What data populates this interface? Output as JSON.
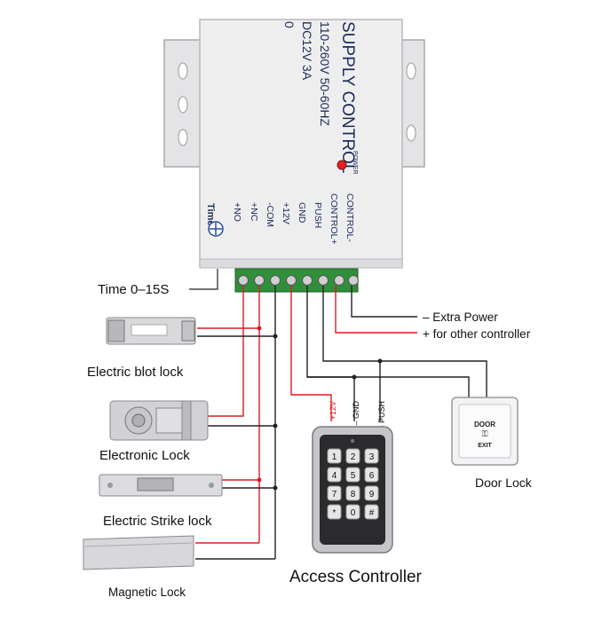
{
  "psu": {
    "title": "SUPPLY CONTROL",
    "voltage": "110-260V 50-60HZ",
    "output": "DC12V 3A",
    "extra": "0",
    "power_label": "POWER",
    "time_label": "Time"
  },
  "terminals": [
    "+NO",
    "+NC",
    "-COM",
    "+12V",
    "GND",
    "PUSH",
    "CONTROL+",
    "CONTROL-"
  ],
  "labels": {
    "time_range": "Time  0–15S",
    "extra_power_line1": "–  Extra Power",
    "extra_power_line2": "+   for other controller",
    "wire_12v": "+12V",
    "wire_gnd": "– GND",
    "wire_push": "– PUSH"
  },
  "devices": {
    "bolt_lock": "Electric blot lock",
    "electronic_lock": "Electronic Lock",
    "strike_lock": "Electric Strike lock",
    "magnetic_lock": "Magnetic Lock",
    "access_controller": "Access Controller",
    "door_lock": "Door Lock"
  },
  "exit_button": {
    "top": "DOOR",
    "bottom": "EXIT"
  },
  "keypad": {
    "keys": [
      "1",
      "2",
      "3",
      "4",
      "5",
      "6",
      "7",
      "8",
      "9",
      "*",
      "0",
      "#"
    ]
  },
  "colors": {
    "red_wire": "#d42020",
    "black_wire": "#222222",
    "psu_body": "#eeeeef",
    "terminal_green": "#2f8f3a"
  }
}
